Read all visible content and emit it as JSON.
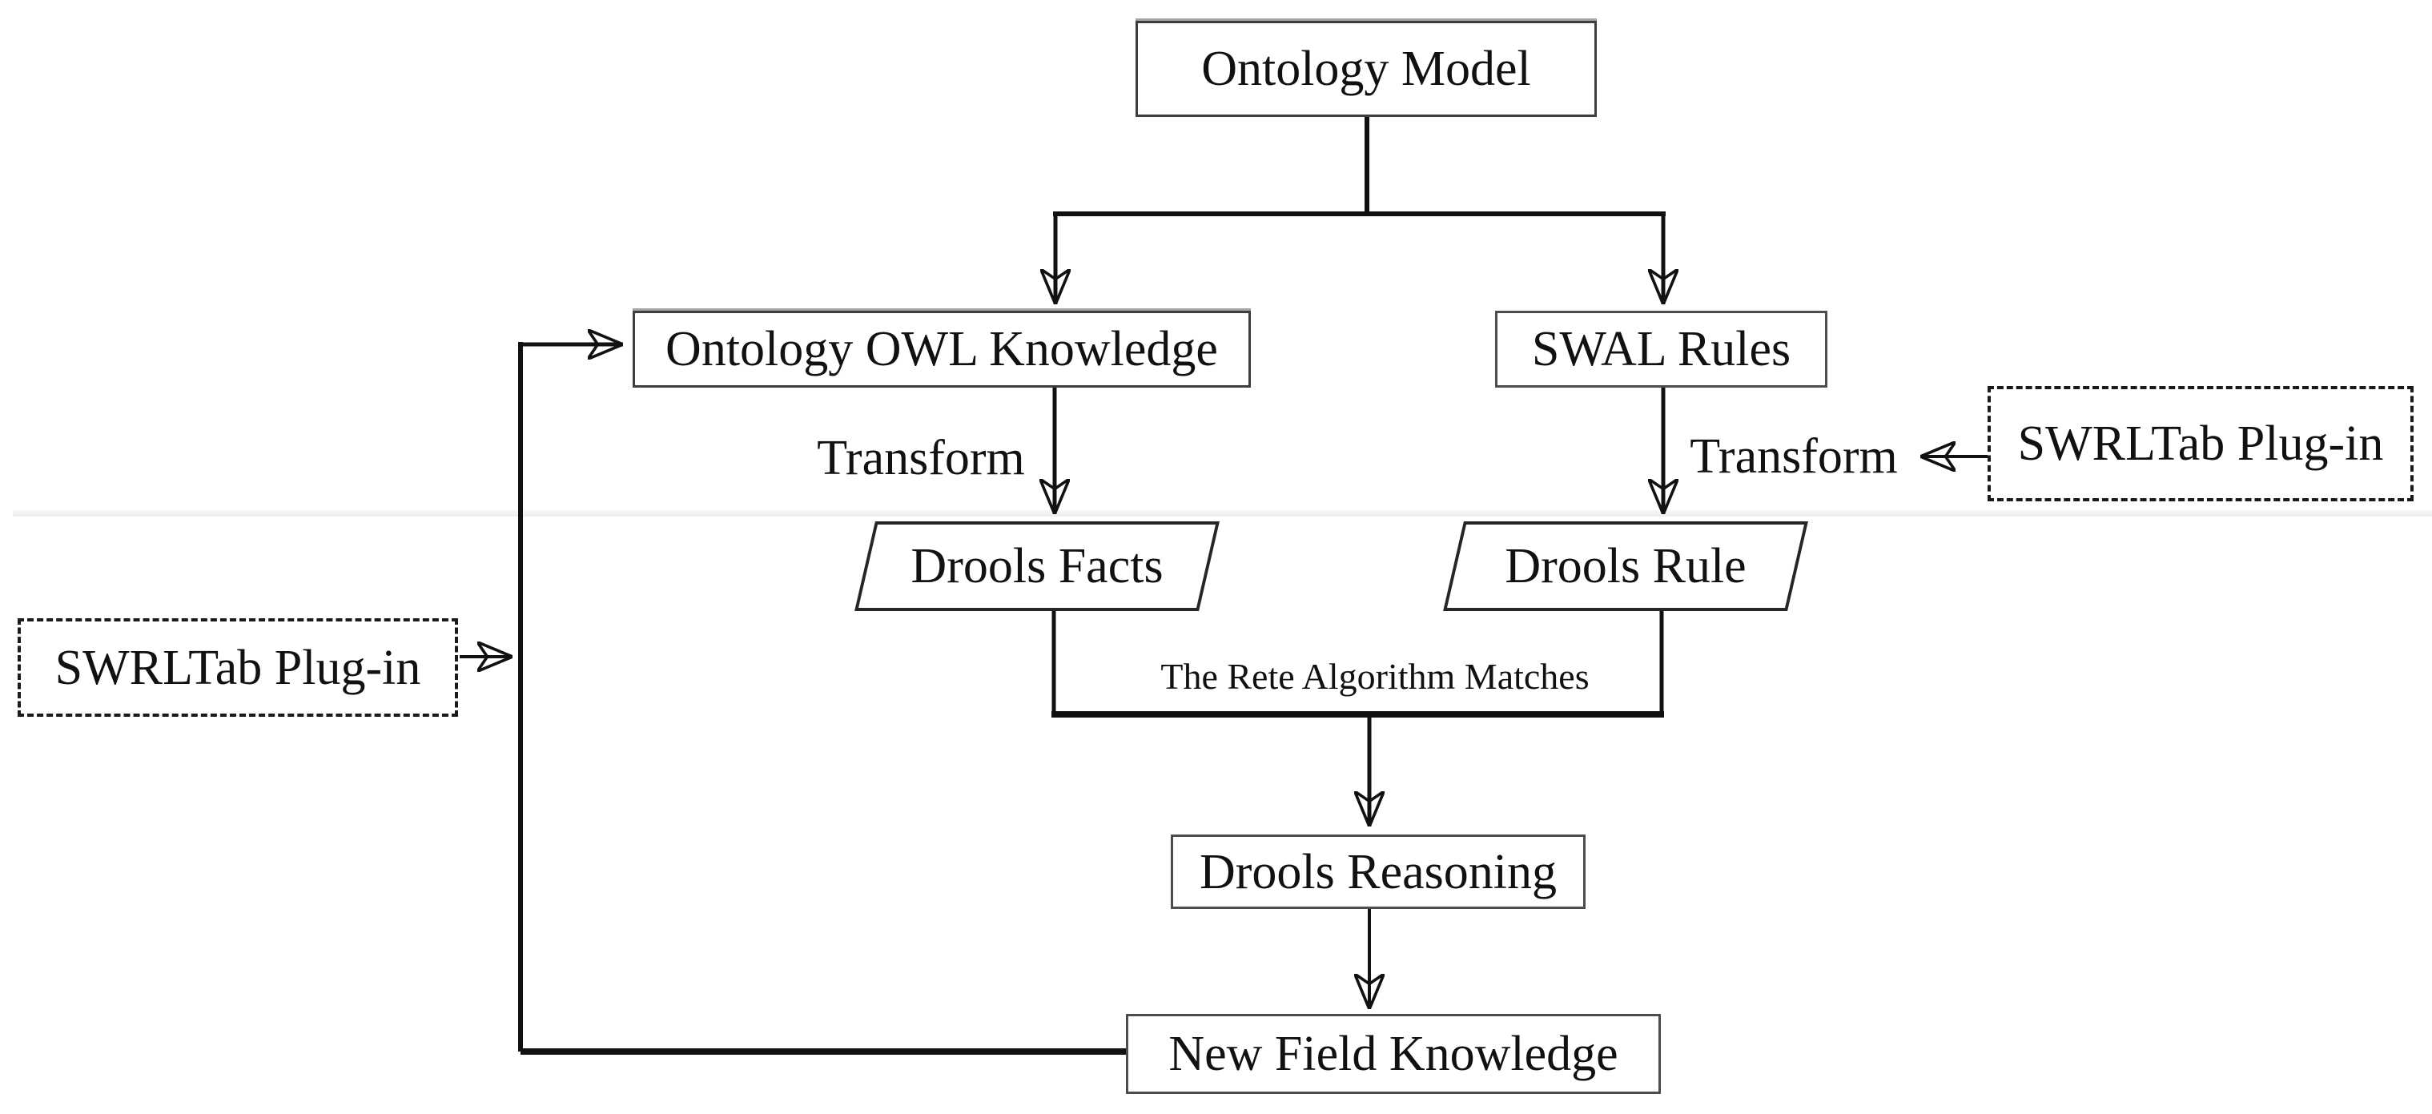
{
  "diagram": {
    "type": "flowchart",
    "nodes": {
      "ontology_model": {
        "label": "Ontology Model",
        "shape": "rect"
      },
      "ontology_owl_knowledge": {
        "label": "Ontology OWL Knowledge",
        "shape": "rect"
      },
      "swal_rules": {
        "label": "SWAL Rules",
        "shape": "rect"
      },
      "drools_facts": {
        "label": "Drools Facts",
        "shape": "parallelogram"
      },
      "drools_rule": {
        "label": "Drools Rule",
        "shape": "parallelogram"
      },
      "drools_reasoning": {
        "label": "Drools Reasoning",
        "shape": "rect"
      },
      "new_field_knowledge": {
        "label": "New Field Knowledge",
        "shape": "rect"
      },
      "swrltab_plugin_left": {
        "label": "SWRLTab Plug-in",
        "shape": "dashed-rect"
      },
      "swrltab_plugin_right": {
        "label": "SWRLTab Plug-in",
        "shape": "dashed-rect"
      }
    },
    "edge_labels": {
      "transform_left": "Transform",
      "transform_right": "Transform",
      "rete": "The Rete Algorithm Matches"
    },
    "edges": [
      {
        "from": "ontology_model",
        "to": "ontology_owl_knowledge"
      },
      {
        "from": "ontology_model",
        "to": "swal_rules"
      },
      {
        "from": "ontology_owl_knowledge",
        "to": "drools_facts",
        "label": "Transform"
      },
      {
        "from": "swal_rules",
        "to": "drools_rule",
        "label": "Transform"
      },
      {
        "from": "drools_facts",
        "to": "drools_reasoning",
        "label": "The Rete Algorithm Matches"
      },
      {
        "from": "drools_rule",
        "to": "drools_reasoning",
        "label": "The Rete Algorithm Matches"
      },
      {
        "from": "drools_reasoning",
        "to": "new_field_knowledge"
      },
      {
        "from": "swrltab_plugin_left",
        "to": "ontology_owl_knowledge"
      },
      {
        "from": "new_field_knowledge",
        "to": "ontology_owl_knowledge"
      },
      {
        "from": "swrltab_plugin_right",
        "to": "transform_right"
      }
    ],
    "colors": {
      "line": "#111111",
      "box_border": "#4d4d4d",
      "parallelogram_border": "#262626",
      "dashed_border": "#1a1a1a",
      "background": "#ffffff",
      "divider": "#f2f2f2"
    }
  }
}
